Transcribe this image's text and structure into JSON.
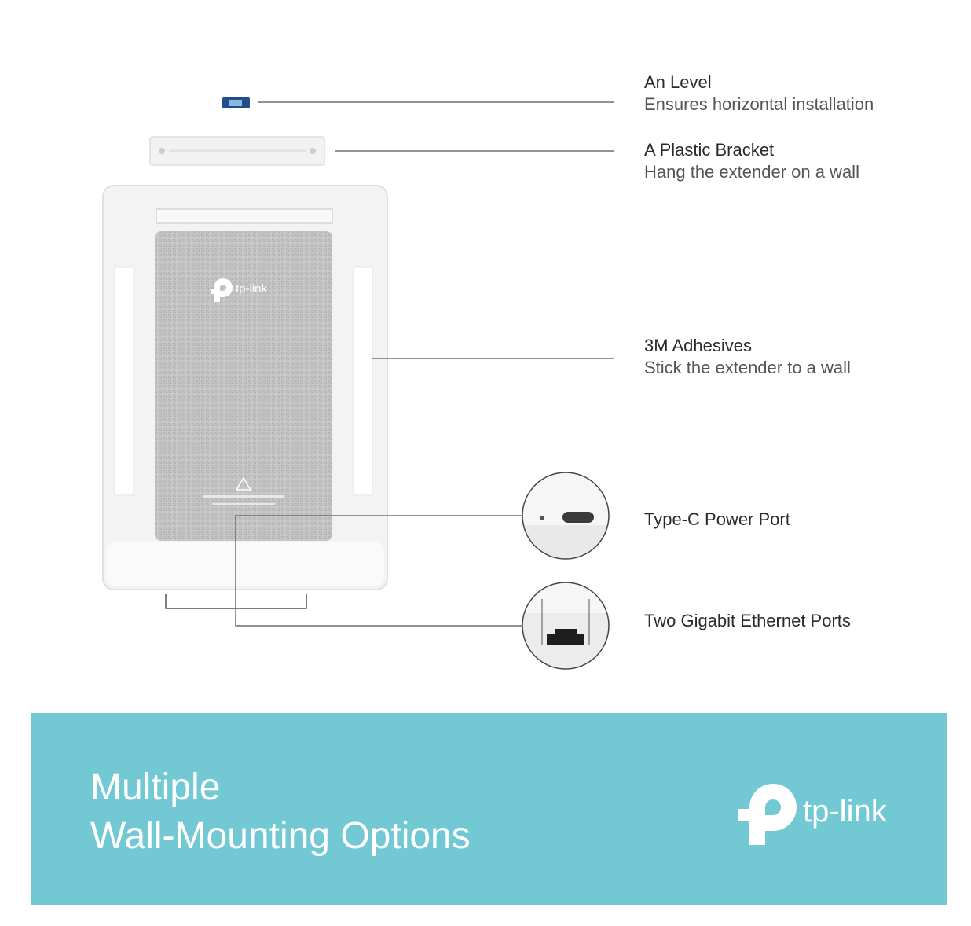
{
  "callouts": [
    {
      "title": "An Level",
      "desc": "Ensures horizontal installation"
    },
    {
      "title": "A Plastic Bracket",
      "desc": "Hang the extender on a wall"
    },
    {
      "title": "3M Adhesives",
      "desc": "Stick the extender to a wall"
    },
    {
      "title": "Type-C Power Port",
      "desc": ""
    },
    {
      "title": "Two Gigabit Ethernet Ports",
      "desc": ""
    }
  ],
  "banner": {
    "line1": "Multiple",
    "line2": "Wall-Mounting Options",
    "brand": "tp-link"
  },
  "device": {
    "brand": "tp-link"
  },
  "colors": {
    "banner": "#72c9d4",
    "fabric": "#bdbdbd",
    "level": "#1f4f8a",
    "leader": "#6e6e6e"
  },
  "icons": [
    "tp-link-logo-icon",
    "usb-c-port-icon",
    "ethernet-port-icon"
  ]
}
